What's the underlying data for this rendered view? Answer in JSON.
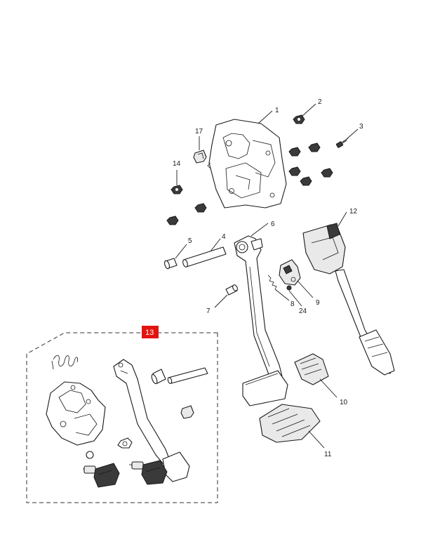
{
  "callouts": {
    "c1": "1",
    "c2": "2",
    "c3": "3",
    "c4": "4",
    "c5": "5",
    "c6": "6",
    "c7": "7",
    "c8": "8",
    "c9": "9",
    "c10": "10",
    "c11": "11",
    "c12": "12",
    "c14": "14",
    "c17": "17",
    "c24": "24"
  },
  "kit": {
    "label": "13",
    "label_color": "#e3140f"
  }
}
